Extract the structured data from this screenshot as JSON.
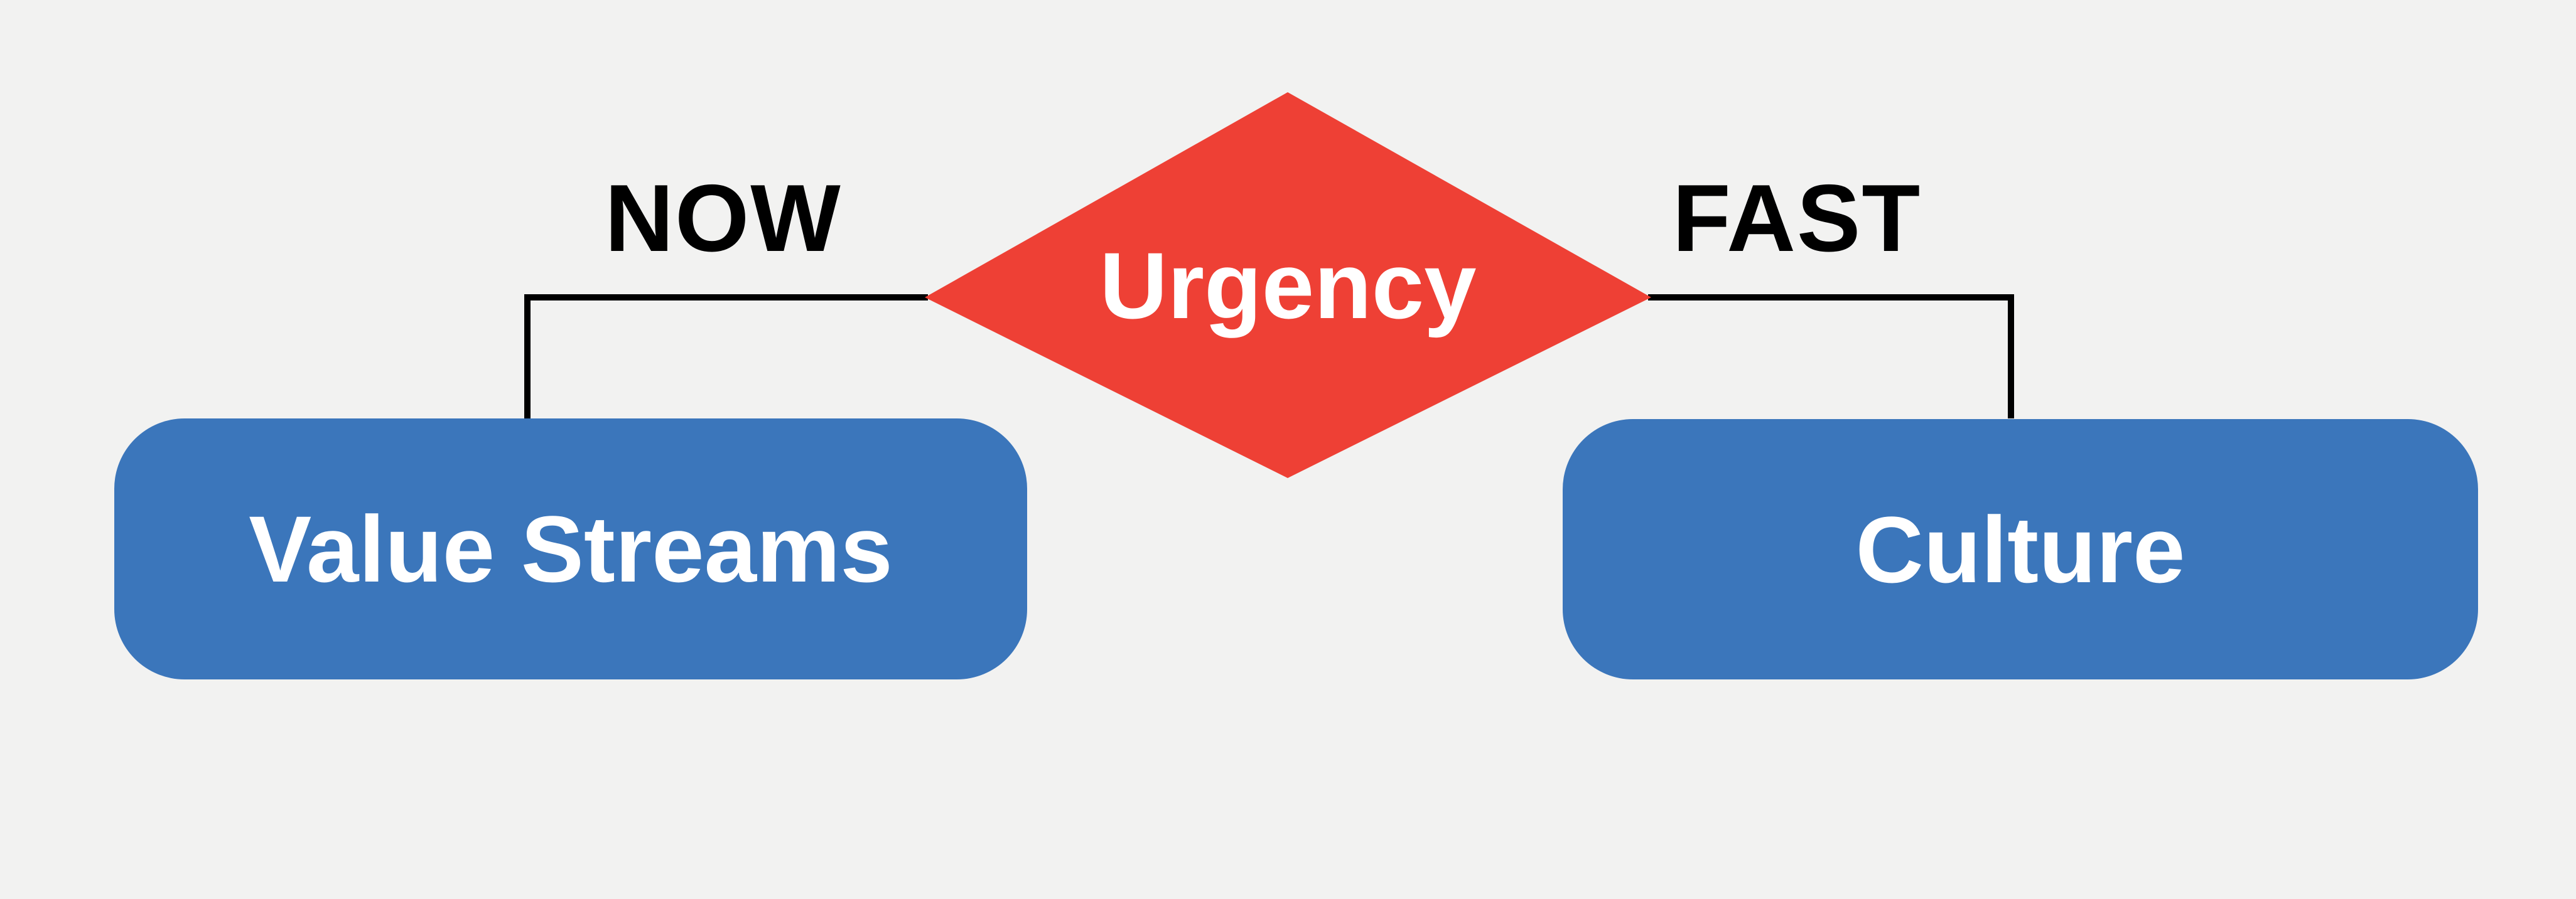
{
  "diagram": {
    "background_color": "#F2F2F1",
    "connector_color": "#000000",
    "decision": {
      "label": "Urgency",
      "shape": "diamond",
      "color": "#EE4035",
      "text_color": "#FFFFFF"
    },
    "branches": [
      {
        "label": "NOW",
        "side": "left",
        "target": "Value Streams"
      },
      {
        "label": "FAST",
        "side": "right",
        "target": "Culture"
      }
    ],
    "nodes": [
      {
        "label": "Value Streams",
        "shape": "rounded-rectangle",
        "color": "#3B76BB",
        "text_color": "#FFFFFF"
      },
      {
        "label": "Culture",
        "shape": "rounded-rectangle",
        "color": "#3B76BB",
        "text_color": "#FFFFFF"
      }
    ]
  }
}
